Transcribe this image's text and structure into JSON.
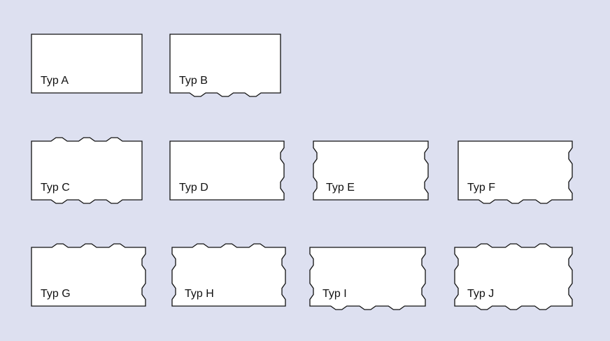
{
  "colors": {
    "background": "#dde0f0",
    "shape_fill": "#ffffff",
    "shape_stroke": "#111111"
  },
  "shapes": [
    {
      "label": "Typ A",
      "tabs": {
        "top": "none",
        "bottom": "none",
        "left": "none",
        "right": "none"
      }
    },
    {
      "label": "Typ B",
      "tabs": {
        "top": "none",
        "bottom": "outward",
        "left": "none",
        "right": "none"
      }
    },
    {
      "label": "Typ C",
      "tabs": {
        "top": "outward",
        "bottom": "outward",
        "left": "none",
        "right": "none"
      }
    },
    {
      "label": "Typ D",
      "tabs": {
        "top": "none",
        "bottom": "none",
        "left": "none",
        "right": "inward"
      }
    },
    {
      "label": "Typ E",
      "tabs": {
        "top": "none",
        "bottom": "none",
        "left": "inward",
        "right": "inward"
      }
    },
    {
      "label": "Typ F",
      "tabs": {
        "top": "none",
        "bottom": "outward",
        "left": "none",
        "right": "inward"
      }
    },
    {
      "label": "Typ G",
      "tabs": {
        "top": "outward",
        "bottom": "none",
        "left": "none",
        "right": "inward"
      }
    },
    {
      "label": "Typ H",
      "tabs": {
        "top": "outward",
        "bottom": "none",
        "left": "inward",
        "right": "inward"
      }
    },
    {
      "label": "Typ I",
      "tabs": {
        "top": "none",
        "bottom": "outward",
        "left": "inward",
        "right": "inward"
      }
    },
    {
      "label": "Typ J",
      "tabs": {
        "top": "outward",
        "bottom": "outward",
        "left": "inward",
        "right": "inward"
      }
    }
  ]
}
